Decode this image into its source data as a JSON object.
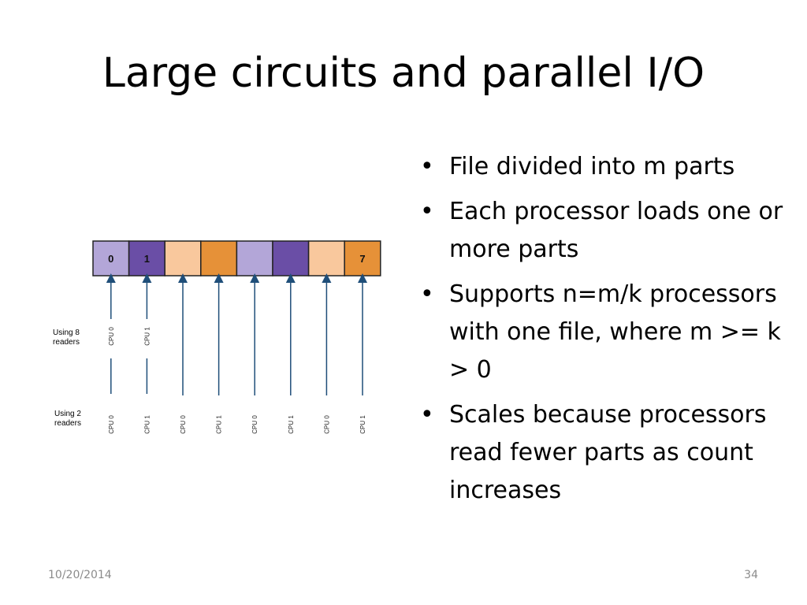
{
  "slide": {
    "title": "Large circuits and parallel I/O",
    "bullets": [
      "File divided into m parts",
      "Each processor loads one or more parts",
      "Supports n=m/k processors with one file, where m >= k > 0",
      "Scales because processors read fewer parts as count increases"
    ],
    "footer": {
      "date": "10/20/2014",
      "page": "34"
    }
  },
  "diagram": {
    "cells": [
      {
        "label": "0",
        "color": "#b3a6d8"
      },
      {
        "label": "1",
        "color": "#6a4ea6"
      },
      {
        "label": "",
        "color": "#f9c89d"
      },
      {
        "label": "",
        "color": "#e69138"
      },
      {
        "label": "",
        "color": "#b3a6d8"
      },
      {
        "label": "",
        "color": "#6a4ea6"
      },
      {
        "label": "",
        "color": "#f9c89d"
      },
      {
        "label": "7",
        "color": "#e69138"
      }
    ],
    "row_label_8": [
      "Using 8",
      "readers"
    ],
    "row_label_2": [
      "Using 2",
      "readers"
    ],
    "cpu_labels_8": [
      "CPU 0",
      "CPU 1"
    ],
    "cpu_labels_2": [
      "CPU 0",
      "CPU 1",
      "CPU 0",
      "CPU 1",
      "CPU 0",
      "CPU 1",
      "CPU 0",
      "CPU 1"
    ],
    "arrow_color": "#1f4e79"
  }
}
